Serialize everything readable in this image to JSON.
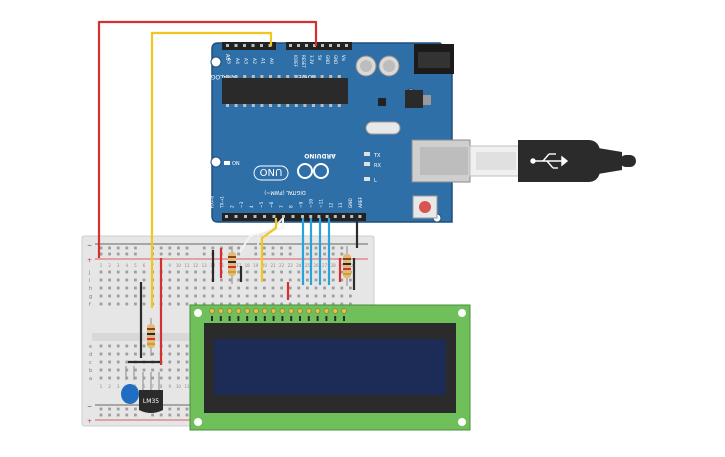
{
  "colors": {
    "board": "#2f6fa8",
    "board_dark": "#1f4f7c",
    "wire_red": "#d62f2f",
    "wire_yellow": "#f2c71b",
    "wire_black": "#2b2b2b",
    "wire_blue": "#2aa3dc",
    "wire_white": "#f2f2f2",
    "lcd_pcb": "#6fbf5a",
    "lcd_screen": "#1d2b57",
    "breadboard": "#e8e8e8",
    "capacitor": "#1f6ec2",
    "usb_cable": "#2b2b2b"
  },
  "arduino": {
    "brand": "ARDUINO",
    "model": "UNO",
    "on_label": "ON",
    "tx_label": "TX",
    "rx_label": "RX",
    "l_label": "L",
    "digital_label": "DIGITAL (PWM~)",
    "analog_label": "ANALOG IN",
    "power_label": "POWER",
    "ioref": "IOREF",
    "reset": "RESET",
    "v33": "3.3V",
    "v5": "5V",
    "gnd": "GND",
    "vin": "Vin",
    "aref": "AREF",
    "analog_pins": [
      "A0",
      "A1",
      "A2",
      "A3",
      "A4",
      "A5"
    ],
    "digital_pins": [
      "13",
      "12",
      "~11",
      "~10",
      "~9",
      "8",
      "7",
      "~6",
      "~5",
      "4",
      "~3",
      "2",
      "TX→1",
      "RX←0"
    ]
  },
  "breadboard": {
    "row_letters_top": [
      "j",
      "i",
      "h",
      "g",
      "f"
    ],
    "row_letters_bottom": [
      "e",
      "d",
      "c",
      "b",
      "a"
    ],
    "column_numbers": [
      "1",
      "2",
      "3",
      "4",
      "5",
      "6",
      "7",
      "8",
      "9",
      "10",
      "11",
      "12",
      "13",
      "14",
      "15",
      "16",
      "17",
      "18",
      "19",
      "20",
      "21",
      "22",
      "23",
      "24",
      "25",
      "26",
      "27",
      "28",
      "29",
      "30"
    ],
    "plus": "+",
    "minus": "−"
  },
  "sensor": {
    "label": "LM35"
  },
  "lcd": {
    "pin_count": 16
  }
}
